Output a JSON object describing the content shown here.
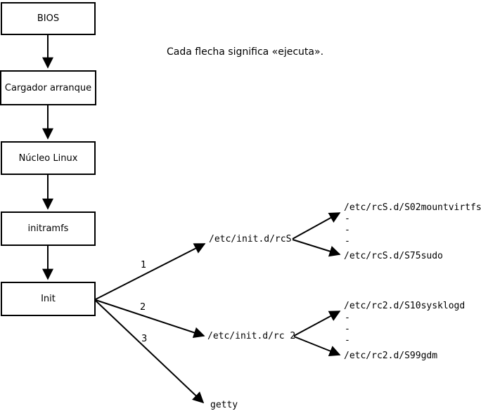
{
  "note": "Cada flecha significa «ejecuta».",
  "flow_boxes": [
    {
      "label": "BIOS"
    },
    {
      "label": "Cargador arranque"
    },
    {
      "label": "Núcleo Linux"
    },
    {
      "label": "initramfs"
    },
    {
      "label": "Init"
    }
  ],
  "init_targets": [
    {
      "order": "1",
      "label": "/etc/init.d/rcS",
      "children": [
        "/etc/rcS.d/S02mountvirtfs",
        "-",
        "-",
        "-",
        "/etc/rcS.d/S75sudo"
      ]
    },
    {
      "order": "2",
      "label": "/etc/init.d/rc 2",
      "children": [
        "/etc/rc2.d/S10sysklogd",
        "-",
        "-",
        "-",
        "/etc/rc2.d/S99gdm"
      ]
    },
    {
      "order": "3",
      "label": "getty",
      "children": []
    }
  ],
  "colors": {
    "background": "#ffffff",
    "line": "#000000",
    "box_fill": "#ffffff",
    "text": "#000000"
  }
}
